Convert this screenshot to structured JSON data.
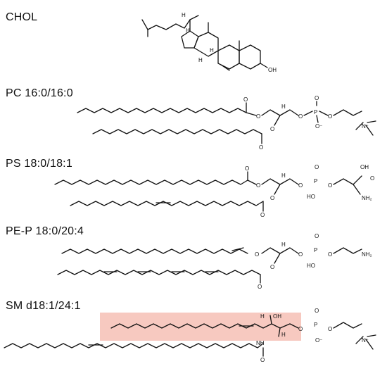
{
  "colors": {
    "highlight": "#f7c9c0",
    "ink": "#111111",
    "background": "#ffffff"
  },
  "lipids": [
    {
      "name": "CHOL"
    },
    {
      "name": "PC 16:0/16:0"
    },
    {
      "name": "PS 18:0/18:1"
    },
    {
      "name": "PE-P 18:0/20:4"
    },
    {
      "name": "SM d18:1/24:1"
    }
  ],
  "atoms": {
    "O": "O",
    "OH": "OH",
    "HO": "HO",
    "NH2": "NH₂",
    "NH": "NH",
    "H": "H",
    "P": "P",
    "O_minus": "O⁻",
    "N_plus": "N⁺"
  }
}
